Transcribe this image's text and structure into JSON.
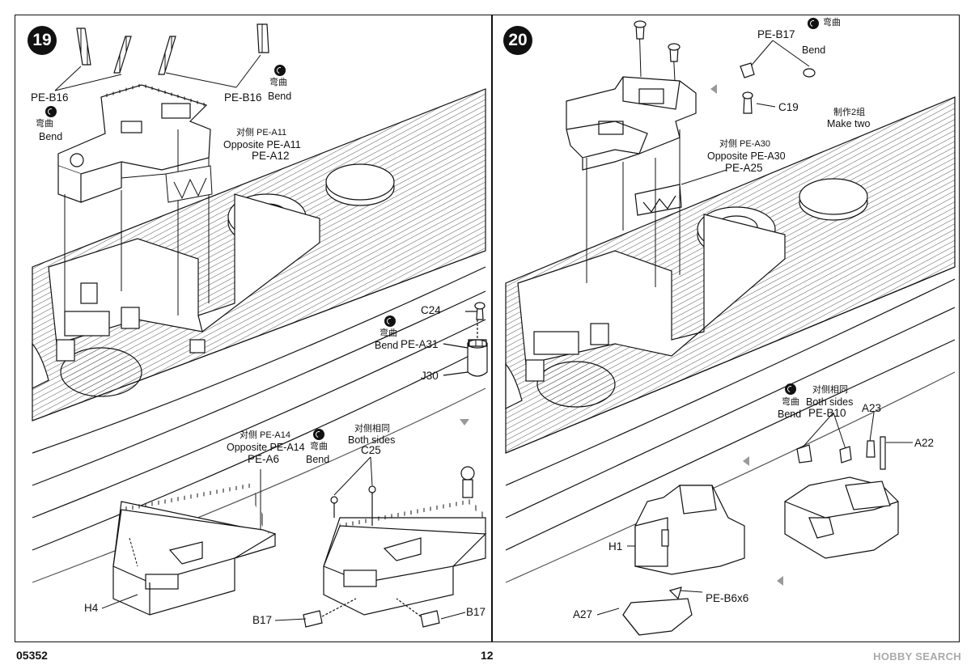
{
  "page": {
    "code": "05352",
    "number": "12"
  },
  "watermark": {
    "text": "HOBBY SEARCH"
  },
  "step19": {
    "number": "19",
    "labels": {
      "pe_b16_left": "PE-B16",
      "pe_b16_right": "PE-B16",
      "bend_cn_1": "弯曲",
      "bend_en_1": "Bend",
      "bend_cn_2": "弯曲",
      "bend_en_2": "Bend",
      "opp_cn_a11": "对侧 PE-A11",
      "opp_en_a11": "Opposite PE-A11",
      "pe_a12": "PE-A12",
      "c24": "C24",
      "bend_cn_3": "弯曲",
      "bend_en_3": "Bend",
      "pe_a31": "PE-A31",
      "j30": "J30",
      "opp_cn_a14": "对侧 PE-A14",
      "opp_en_a14": "Opposite PE-A14",
      "pe_a6": "PE-A6",
      "bend_cn_4": "弯曲",
      "bend_en_4": "Bend",
      "both_cn": "对侧相同",
      "both_en": "Both sides",
      "c25": "C25",
      "h4": "H4",
      "b17_left": "B17",
      "b17_right": "B17"
    }
  },
  "step20": {
    "number": "20",
    "labels": {
      "pe_b17": "PE-B17",
      "bend_cn_1": "弯曲",
      "bend_en_1": "Bend",
      "c19": "C19",
      "make_cn": "制作2组",
      "make_en": "Make two",
      "opp_cn_a30": "对侧 PE-A30",
      "opp_en_a30": "Opposite PE-A30",
      "pe_a25": "PE-A25",
      "bend_cn_2": "弯曲",
      "bend_en_2": "Bend",
      "both_cn": "对侧相同",
      "both_en": "Both sides",
      "pe_b10": "PE-B10",
      "a23": "A23",
      "a22": "A22",
      "h1": "H1",
      "pe_b6x6": "PE-B6x6",
      "a27": "A27"
    }
  }
}
